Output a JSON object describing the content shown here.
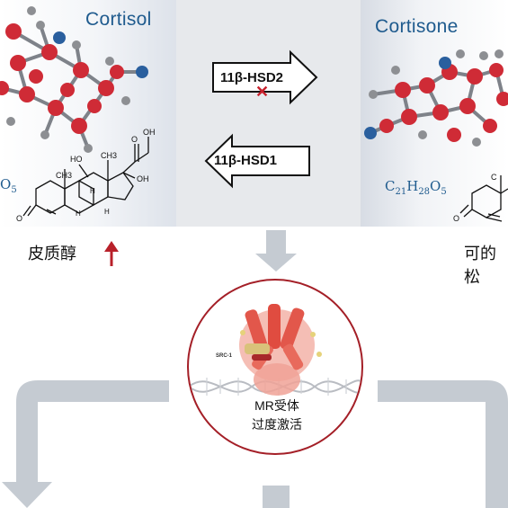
{
  "left_molecule": {
    "name": "Cortisol",
    "formula_fragment": "O5",
    "chinese_name": "皮质醇",
    "trend": "up"
  },
  "right_molecule": {
    "name": "Cortisone",
    "formula": "C21H28O5",
    "chinese_name": "可的松"
  },
  "enzymes": {
    "forward": "11β-HSD2",
    "reverse": "11β-HSD1"
  },
  "receptor": {
    "line1": "MR受体",
    "line2": "过度激活",
    "coactivator": "SRC-1"
  },
  "atoms_left": {
    "OH_top": "OH",
    "O_top": "O",
    "HO": "HO",
    "CH3_a": "CH3",
    "CH3_b": "CH3",
    "OH_side": "OH",
    "H_a": "H",
    "H_b": "H",
    "H_c": "H",
    "O_ring": "O"
  },
  "atoms_right": {
    "O_ring": "O",
    "CH_fragment": "C"
  },
  "colors": {
    "accent_red": "#c8202c",
    "circle_border": "#a41f27",
    "title_blue": "#1f5b8e",
    "arrow_gray": "#c5cbd2",
    "atom_red": "#cf2b36",
    "atom_gray": "#8d8f93",
    "atom_blue": "#2a5f9e"
  }
}
